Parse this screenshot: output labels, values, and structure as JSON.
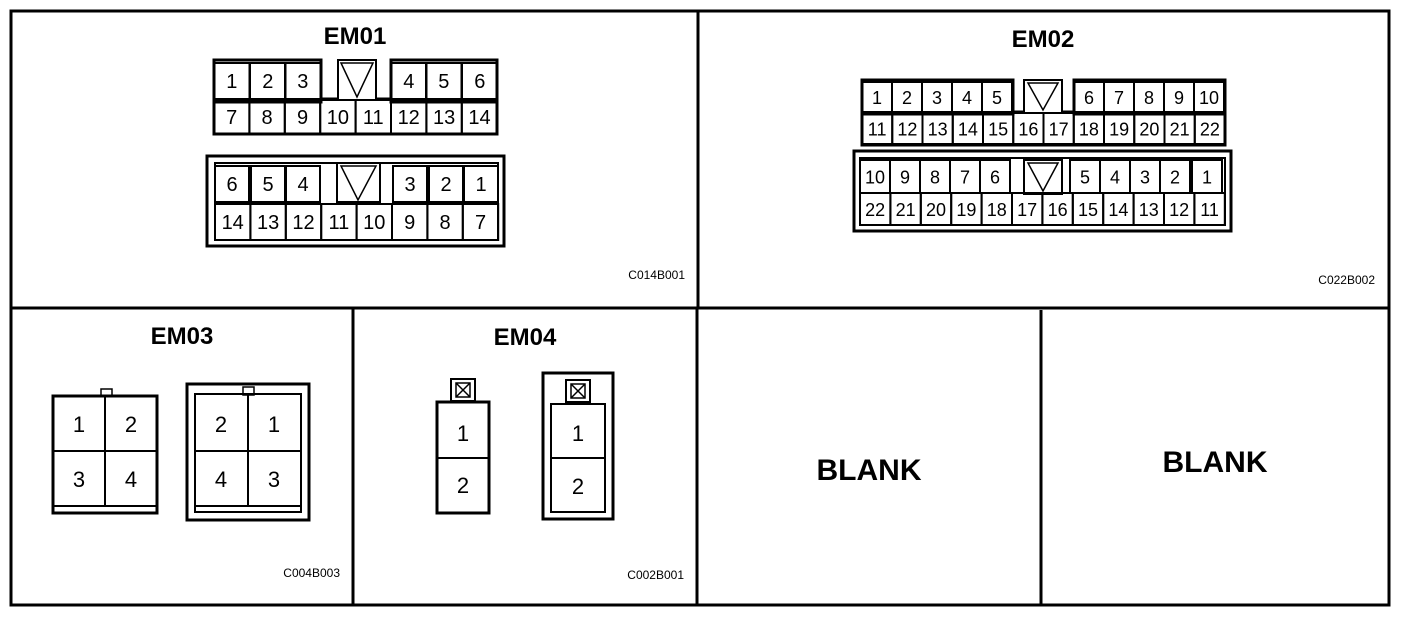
{
  "em01": {
    "title": "EM01",
    "code": "C014B001",
    "female": {
      "top": [
        {
          "label": "1",
          "n": 1
        },
        {
          "label": "2",
          "n": 2
        },
        {
          "label": "3",
          "n": 3
        },
        {
          "label": "4",
          "n": 4
        },
        {
          "label": "5",
          "n": 5
        },
        {
          "label": "6",
          "n": 6
        }
      ],
      "bottom": [
        {
          "label": "7",
          "n": 7
        },
        {
          "label": "8",
          "n": 8
        },
        {
          "label": "9",
          "n": 9
        },
        {
          "label": "10",
          "n": 10
        },
        {
          "label": "11",
          "n": 11
        },
        {
          "label": "12",
          "n": 12
        },
        {
          "label": "13",
          "n": 13
        },
        {
          "label": "14",
          "n": 14
        }
      ]
    },
    "male": {
      "top": [
        {
          "label": "6",
          "n": 6
        },
        {
          "label": "5",
          "n": 5
        },
        {
          "label": "4",
          "n": 4
        },
        {
          "label": "3",
          "n": 3
        },
        {
          "label": "2",
          "n": 2
        },
        {
          "label": "1",
          "n": 1
        }
      ],
      "bottom": [
        {
          "label": "14",
          "n": 14
        },
        {
          "label": "13",
          "n": 13
        },
        {
          "label": "12",
          "n": 12
        },
        {
          "label": "11",
          "n": 11
        },
        {
          "label": "10",
          "n": 10
        },
        {
          "label": "9",
          "n": 9
        },
        {
          "label": "8",
          "n": 8
        },
        {
          "label": "7",
          "n": 7
        }
      ]
    }
  },
  "em02": {
    "title": "EM02",
    "code": "C022B002",
    "female": {
      "top": [
        {
          "label": "1",
          "n": 1
        },
        {
          "label": "2",
          "n": 2
        },
        {
          "label": "3",
          "n": 3
        },
        {
          "label": "4",
          "n": 4
        },
        {
          "label": "5",
          "n": 5
        },
        {
          "label": "6",
          "n": 6
        },
        {
          "label": "7",
          "n": 7
        },
        {
          "label": "8",
          "n": 8
        },
        {
          "label": "9",
          "n": 9
        },
        {
          "label": "10",
          "n": 10
        }
      ],
      "bottom": [
        {
          "label": "11",
          "n": 11
        },
        {
          "label": "12",
          "n": 12
        },
        {
          "label": "13",
          "n": 13
        },
        {
          "label": "14",
          "n": 14
        },
        {
          "label": "15",
          "n": 15
        },
        {
          "label": "16",
          "n": 16
        },
        {
          "label": "17",
          "n": 17
        },
        {
          "label": "18",
          "n": 18
        },
        {
          "label": "19",
          "n": 19
        },
        {
          "label": "20",
          "n": 20
        },
        {
          "label": "21",
          "n": 21
        },
        {
          "label": "22",
          "n": 22
        }
      ]
    },
    "male": {
      "top": [
        {
          "label": "10",
          "n": 10
        },
        {
          "label": "9",
          "n": 9
        },
        {
          "label": "8",
          "n": 8
        },
        {
          "label": "7",
          "n": 7
        },
        {
          "label": "6",
          "n": 6
        },
        {
          "label": "5",
          "n": 5
        },
        {
          "label": "4",
          "n": 4
        },
        {
          "label": "3",
          "n": 3
        },
        {
          "label": "2",
          "n": 2
        },
        {
          "label": "1",
          "n": 1
        }
      ],
      "bottom": [
        {
          "label": "22",
          "n": 22
        },
        {
          "label": "21",
          "n": 21
        },
        {
          "label": "20",
          "n": 20
        },
        {
          "label": "19",
          "n": 19
        },
        {
          "label": "18",
          "n": 18
        },
        {
          "label": "17",
          "n": 17
        },
        {
          "label": "16",
          "n": 16
        },
        {
          "label": "15",
          "n": 15
        },
        {
          "label": "14",
          "n": 14
        },
        {
          "label": "13",
          "n": 13
        },
        {
          "label": "12",
          "n": 12
        },
        {
          "label": "11",
          "n": 11
        }
      ]
    }
  },
  "em03": {
    "title": "EM03",
    "code": "C004B003",
    "female": [
      {
        "label": "1",
        "n": 1
      },
      {
        "label": "2",
        "n": 2
      },
      {
        "label": "3",
        "n": 3
      },
      {
        "label": "4",
        "n": 4
      }
    ],
    "male": [
      {
        "label": "2",
        "n": 2
      },
      {
        "label": "1",
        "n": 1
      },
      {
        "label": "4",
        "n": 4
      },
      {
        "label": "3",
        "n": 3
      }
    ]
  },
  "em04": {
    "title": "EM04",
    "code": "C002B001",
    "female": [
      {
        "label": "1",
        "n": 1
      },
      {
        "label": "2",
        "n": 2
      }
    ],
    "male": [
      {
        "label": "1",
        "n": 1
      },
      {
        "label": "2",
        "n": 2
      }
    ]
  },
  "blank_left": {
    "label": "BLANK"
  },
  "blank_right": {
    "label": "BLANK"
  }
}
